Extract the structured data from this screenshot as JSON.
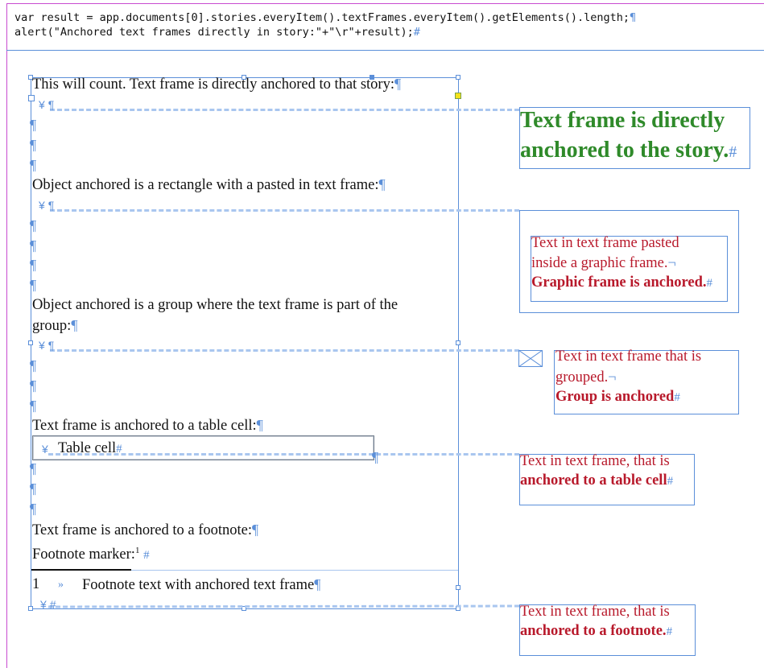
{
  "script": {
    "line1": "var result = app.documents[0].stories.everyItem().textFrames.everyItem().getElements().length;",
    "line2": "alert(\"Anchored text frames directly in story:\"+\"\\r\"+result);"
  },
  "markers": {
    "pilcrow": "¶",
    "end_of_story": "#",
    "anchor": "¥",
    "forced_break": "¬",
    "tab": "»"
  },
  "story": {
    "p1": "This will count. Text frame is directly anchored to that story:",
    "p2": "Object anchored is a rectangle with a pasted in text frame:",
    "p3a": "Object anchored is a group where the text frame is part of the",
    "p3b": "group:",
    "p4": "Text frame is anchored to a table cell:",
    "table_cell": "Table cell",
    "p5": "Text frame is anchored to a footnote:",
    "p6": "Footnote marker:",
    "footnote_ref": "1",
    "footnote_number": "1",
    "footnote_text": "Footnote text with anchored text frame"
  },
  "anchored_frames": {
    "direct": {
      "line1": "Text frame is directly",
      "line2": "anchored to the story."
    },
    "graphic": {
      "line1": "Text in text frame pasted",
      "line2": "inside a graphic frame.",
      "line3": "Graphic frame is anchored."
    },
    "group": {
      "line1": "Text in text frame that is",
      "line2": "grouped.",
      "line3": "Group is anchored"
    },
    "table": {
      "line1": "Text in text frame, that is",
      "line2": "anchored to a table cell"
    },
    "footnote": {
      "line1": "Text in text frame, that is",
      "line2": "anchored to a footnote."
    }
  },
  "colors": {
    "frame": "#5b8fd9",
    "green_text": "#2f8a2a",
    "red_text": "#b8192b",
    "page_border": "#c84bd0"
  }
}
